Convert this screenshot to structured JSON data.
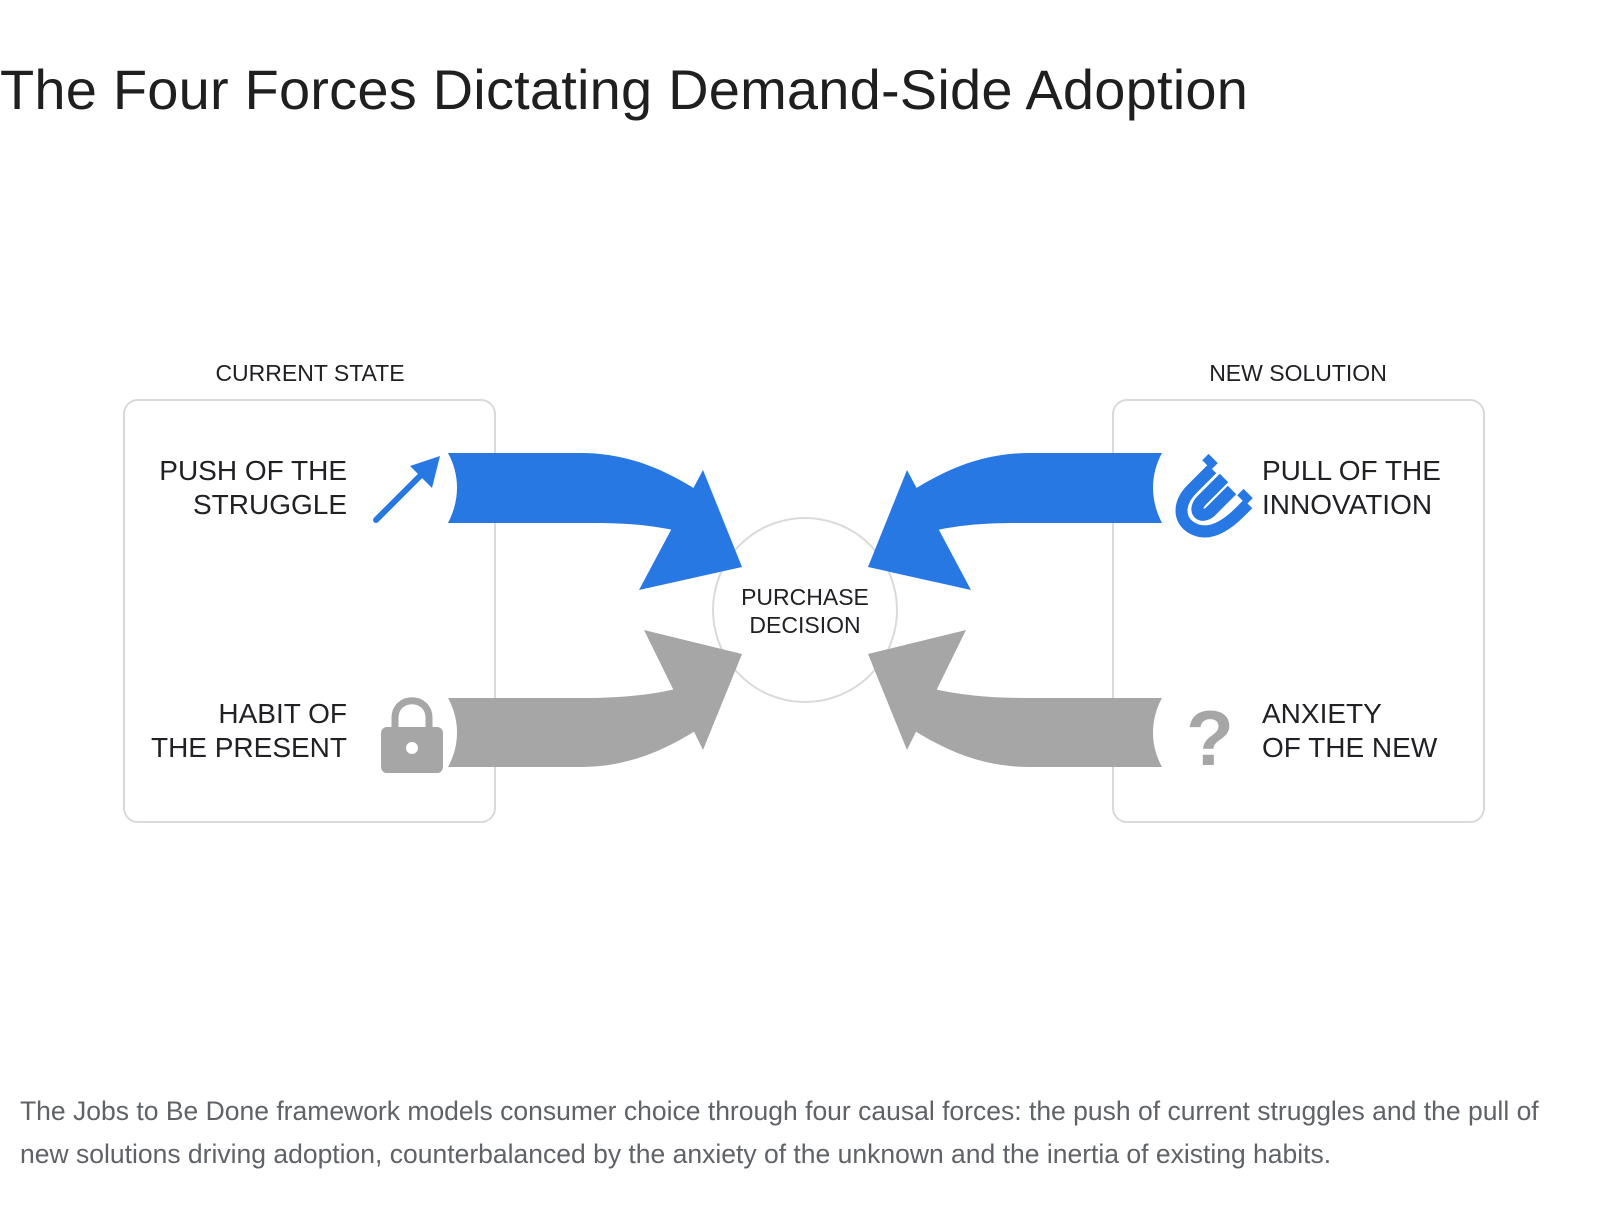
{
  "title": "The Four Forces Dictating Demand-Side Adoption",
  "diagram": {
    "left_panel": {
      "header": "CURRENT STATE"
    },
    "right_panel": {
      "header": "NEW SOLUTION"
    },
    "center": {
      "line1": "PURCHASE",
      "line2": "DECISION"
    },
    "forces": {
      "push": {
        "line1": "PUSH OF THE",
        "line2": "STRUGGLE",
        "icon": "arrow-up-right-icon",
        "color": "#2878e3"
      },
      "habit": {
        "line1": "HABIT OF",
        "line2": "THE PRESENT",
        "icon": "lock-icon",
        "color": "#a6a6a6"
      },
      "pull": {
        "line1": "PULL OF THE",
        "line2": "INNOVATION",
        "icon": "magnet-icon",
        "color": "#2878e3"
      },
      "anxiety": {
        "line1": "ANXIETY",
        "line2": "OF THE NEW",
        "icon": "question-mark-icon",
        "color": "#a6a6a6"
      }
    }
  },
  "caption": "The Jobs to Be Done framework models consumer choice through four causal forces: the push of current struggles and the pull of new solutions driving adoption, counterbalanced by the anxiety of the unknown and the inertia of existing habits."
}
